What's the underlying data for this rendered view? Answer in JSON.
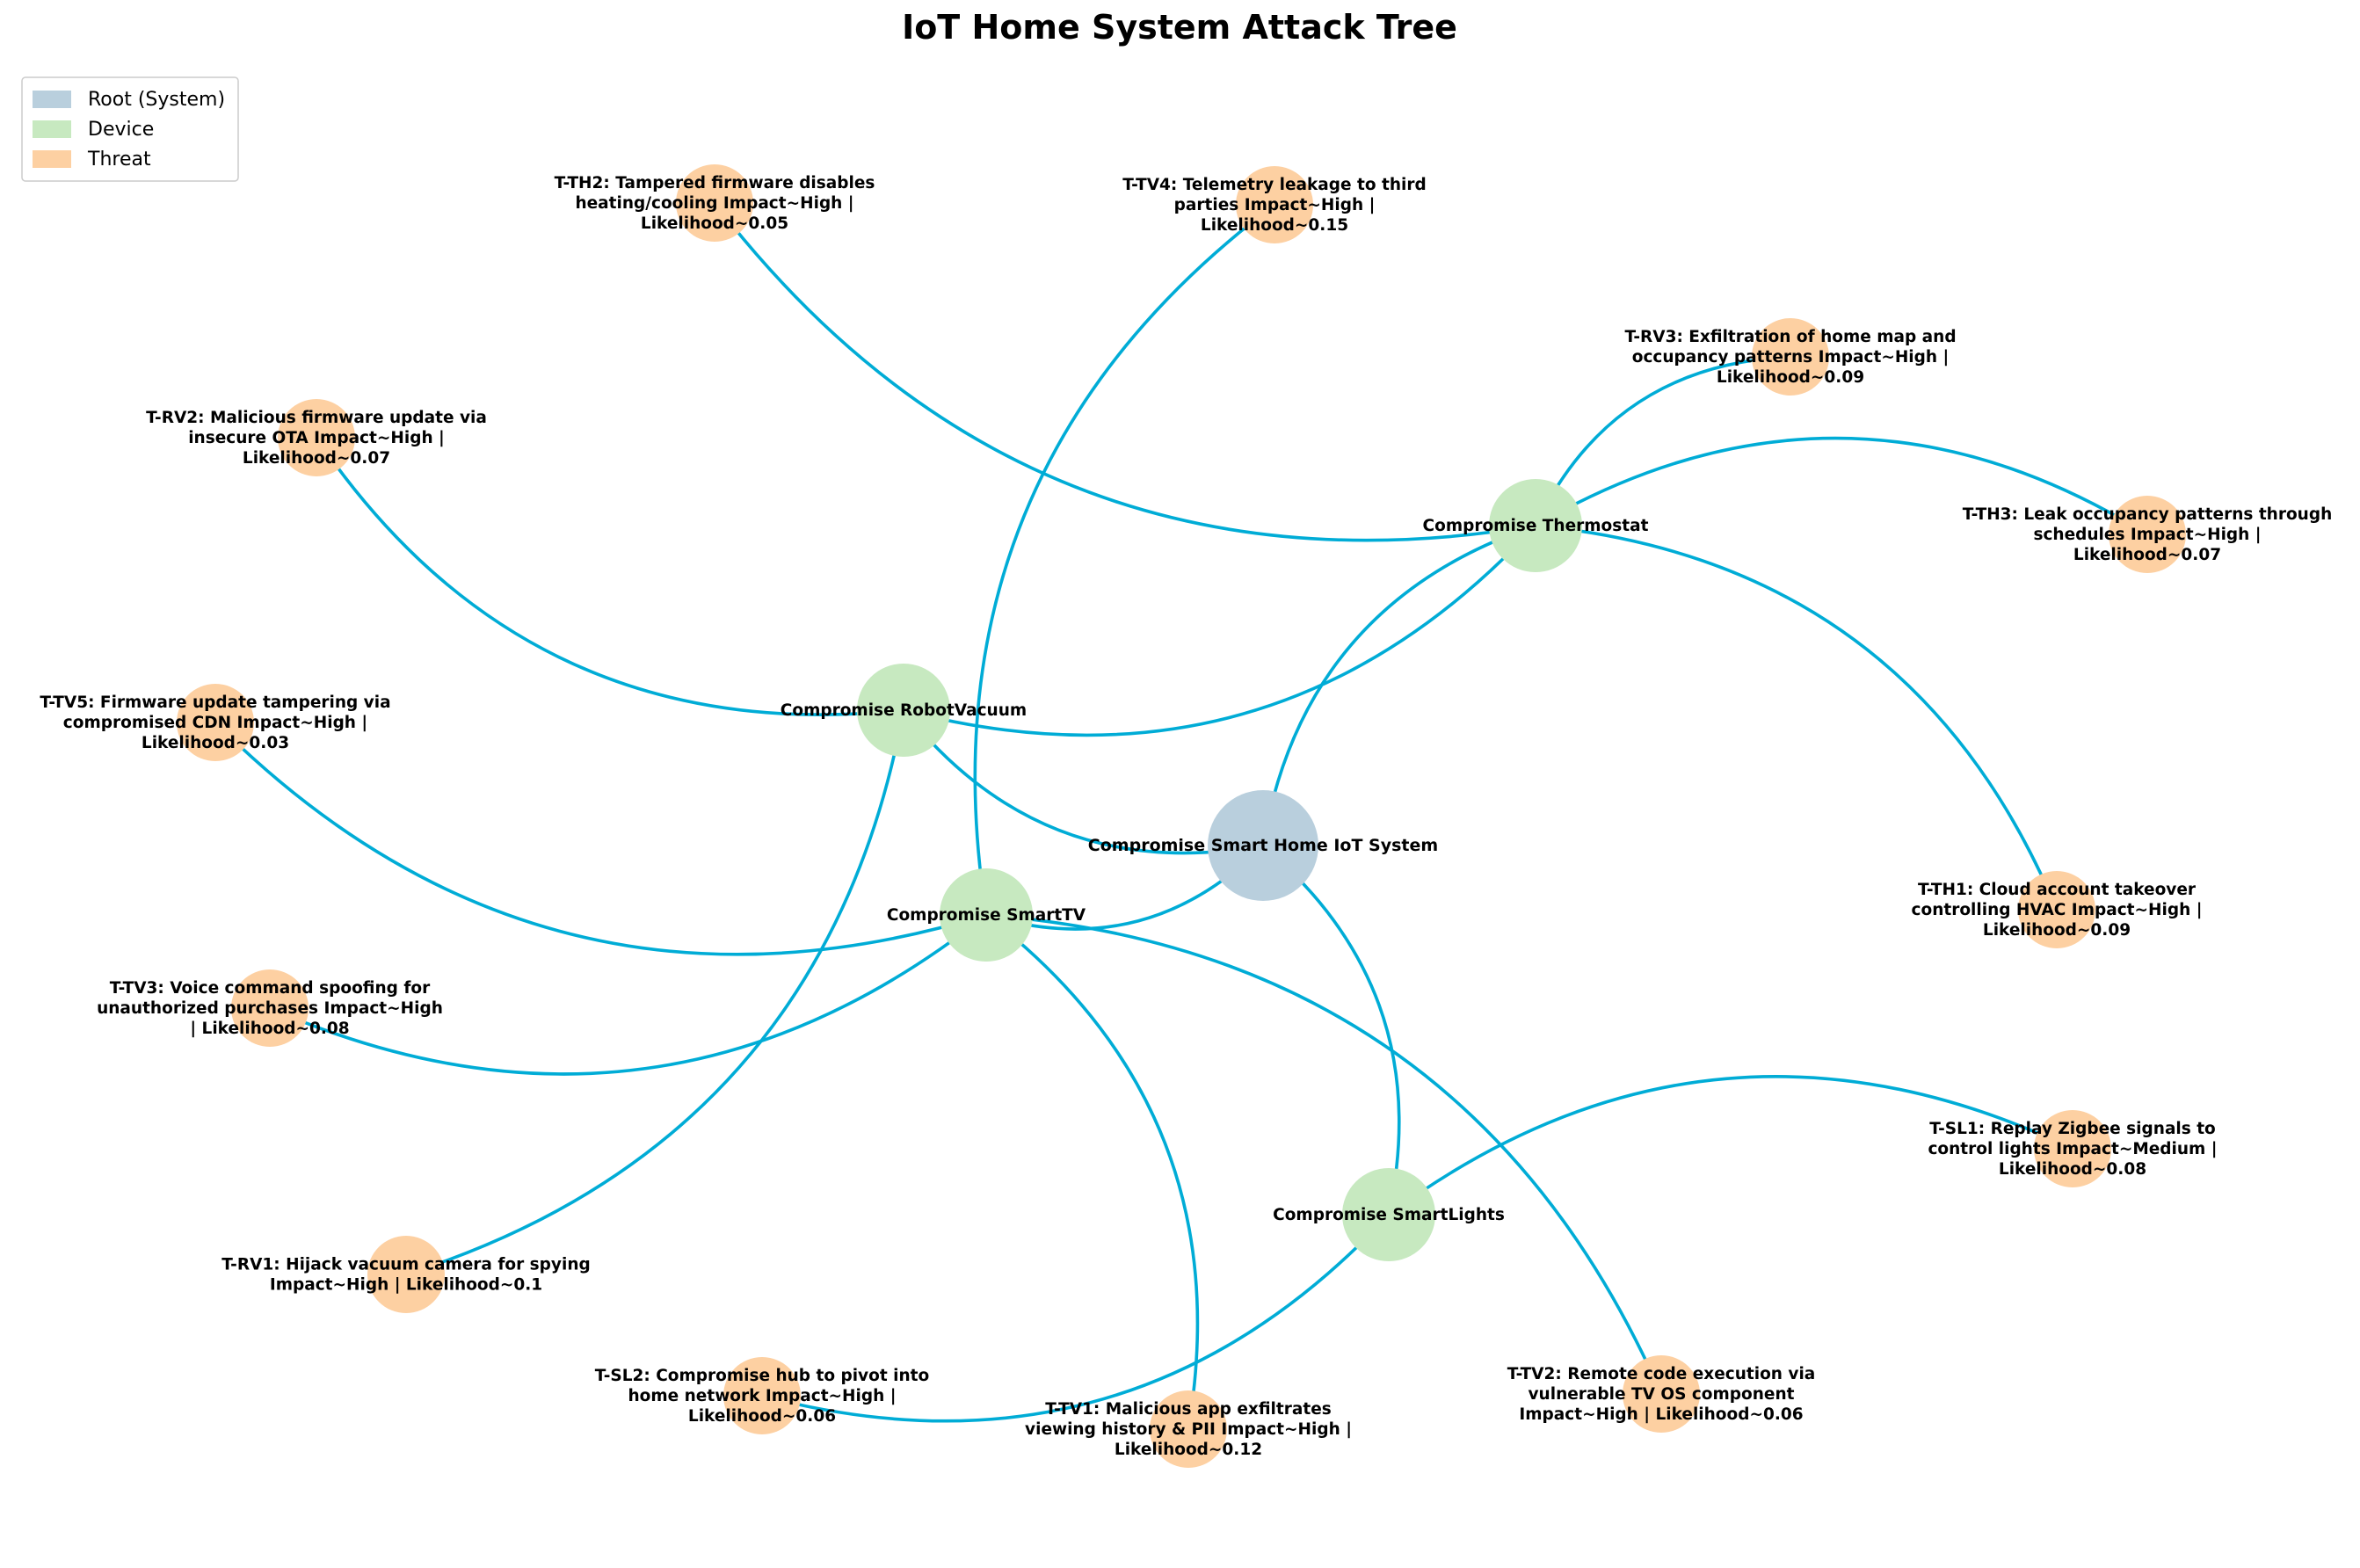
{
  "title": "IoT Home System Attack Tree",
  "colors": {
    "root": "#b9cfdd",
    "device": "#c7e9c0",
    "threat": "#fdd0a2",
    "edge": "#00acd6"
  },
  "legend": [
    {
      "label": "Root (System)",
      "kind": "root"
    },
    {
      "label": "Device",
      "kind": "device"
    },
    {
      "label": "Threat",
      "kind": "threat"
    }
  ],
  "nodes": [
    {
      "id": "root",
      "kind": "root",
      "lines": [
        "Compromise Smart Home IoT System"
      ]
    },
    {
      "id": "thermostat",
      "kind": "device",
      "lines": [
        "Compromise Thermostat"
      ]
    },
    {
      "id": "robotvacuum",
      "kind": "device",
      "lines": [
        "Compromise RobotVacuum"
      ]
    },
    {
      "id": "smarttv",
      "kind": "device",
      "lines": [
        "Compromise SmartTV"
      ]
    },
    {
      "id": "smartlights",
      "kind": "device",
      "lines": [
        "Compromise SmartLights"
      ]
    },
    {
      "id": "t-th2",
      "kind": "threat",
      "lines": [
        "T-TH2: Tampered firmware disables",
        "heating/cooling     Impact~High |",
        "Likelihood~0.05"
      ]
    },
    {
      "id": "t-tv4",
      "kind": "threat",
      "lines": [
        "T-TV4: Telemetry leakage to third",
        "parties     Impact~High |",
        "Likelihood~0.15"
      ]
    },
    {
      "id": "t-rv3",
      "kind": "threat",
      "lines": [
        "T-RV3: Exfiltration of home map and",
        "occupancy patterns     Impact~High |",
        "Likelihood~0.09"
      ]
    },
    {
      "id": "t-rv2",
      "kind": "threat",
      "lines": [
        "T-RV2: Malicious firmware update via",
        "insecure OTA     Impact~High |",
        "Likelihood~0.07"
      ]
    },
    {
      "id": "t-th3",
      "kind": "threat",
      "lines": [
        "T-TH3: Leak occupancy patterns through",
        "schedules     Impact~High |",
        "Likelihood~0.07"
      ]
    },
    {
      "id": "t-tv5",
      "kind": "threat",
      "lines": [
        "T-TV5: Firmware update tampering via",
        "compromised CDN     Impact~High |",
        "Likelihood~0.03"
      ]
    },
    {
      "id": "t-th1",
      "kind": "threat",
      "lines": [
        "T-TH1: Cloud account takeover",
        "controlling HVAC     Impact~High |",
        "Likelihood~0.09"
      ]
    },
    {
      "id": "t-tv3",
      "kind": "threat",
      "lines": [
        "T-TV3: Voice command spoofing for",
        "unauthorized purchases     Impact~High",
        "| Likelihood~0.08"
      ]
    },
    {
      "id": "t-sl1",
      "kind": "threat",
      "lines": [
        "T-SL1: Replay Zigbee signals to",
        "control lights     Impact~Medium |",
        "Likelihood~0.08"
      ]
    },
    {
      "id": "t-rv1",
      "kind": "threat",
      "lines": [
        "T-RV1: Hijack vacuum camera for spying",
        "Impact~High | Likelihood~0.1"
      ]
    },
    {
      "id": "t-sl2",
      "kind": "threat",
      "lines": [
        "T-SL2: Compromise hub to pivot into",
        "home network     Impact~High |",
        "Likelihood~0.06"
      ]
    },
    {
      "id": "t-tv1",
      "kind": "threat",
      "lines": [
        "T-TV1: Malicious app exfiltrates",
        "viewing history & PII     Impact~High |",
        "Likelihood~0.12"
      ]
    },
    {
      "id": "t-tv2",
      "kind": "threat",
      "lines": [
        "T-TV2: Remote code execution via",
        "vulnerable TV OS component",
        "Impact~High | Likelihood~0.06"
      ]
    }
  ],
  "edges": [
    [
      "root",
      "thermostat"
    ],
    [
      "root",
      "robotvacuum"
    ],
    [
      "root",
      "smarttv"
    ],
    [
      "root",
      "smartlights"
    ],
    [
      "thermostat",
      "robotvacuum"
    ],
    [
      "thermostat",
      "t-th2"
    ],
    [
      "thermostat",
      "t-rv3"
    ],
    [
      "thermostat",
      "t-th3"
    ],
    [
      "thermostat",
      "t-th1"
    ],
    [
      "robotvacuum",
      "t-rv2"
    ],
    [
      "robotvacuum",
      "t-rv1"
    ],
    [
      "smarttv",
      "t-tv4"
    ],
    [
      "smarttv",
      "t-tv5"
    ],
    [
      "smarttv",
      "t-tv3"
    ],
    [
      "smarttv",
      "t-tv1"
    ],
    [
      "smarttv",
      "t-tv2"
    ],
    [
      "smartlights",
      "t-sl1"
    ],
    [
      "smartlights",
      "t-sl2"
    ]
  ]
}
